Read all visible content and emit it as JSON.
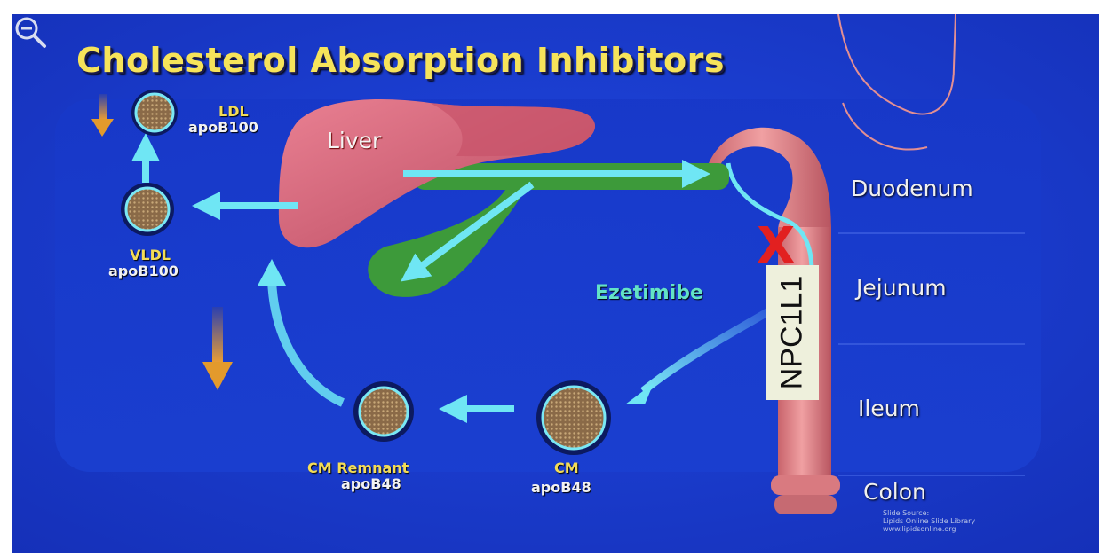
{
  "title": "Cholesterol Absorption Inhibitors",
  "lipoproteins": {
    "ldl": {
      "name": "LDL",
      "apo": "apoB100"
    },
    "vldl": {
      "name": "VLDL",
      "apo": "apoB100"
    },
    "cm": {
      "name": "CM",
      "apo": "apoB48"
    },
    "cm_remnant": {
      "name": "CM Remnant",
      "apo": "apoB48"
    }
  },
  "organ_label": "Liver",
  "drug_label": "Ezetimibe",
  "transporter_label": "NPC1L1",
  "block_mark": "X",
  "intestine_segments": [
    "Duodenum",
    "Jejunum",
    "Ileum",
    "Colon"
  ],
  "source_lines": [
    "Slide Source:",
    "Lipids Online Slide Library",
    "www.lipidsonline.org"
  ],
  "colors": {
    "background": "#1a3ad0",
    "title": "#f6e35a",
    "liver": "#d9677a",
    "bile": "#3d9a3a",
    "intestine": "#e38f92",
    "arrow_cyan": "#6fe6f4",
    "arrow_orange": "#e39a2c",
    "block": "#e22020"
  },
  "icons": {
    "zoom": "magnifier-minus-icon"
  }
}
